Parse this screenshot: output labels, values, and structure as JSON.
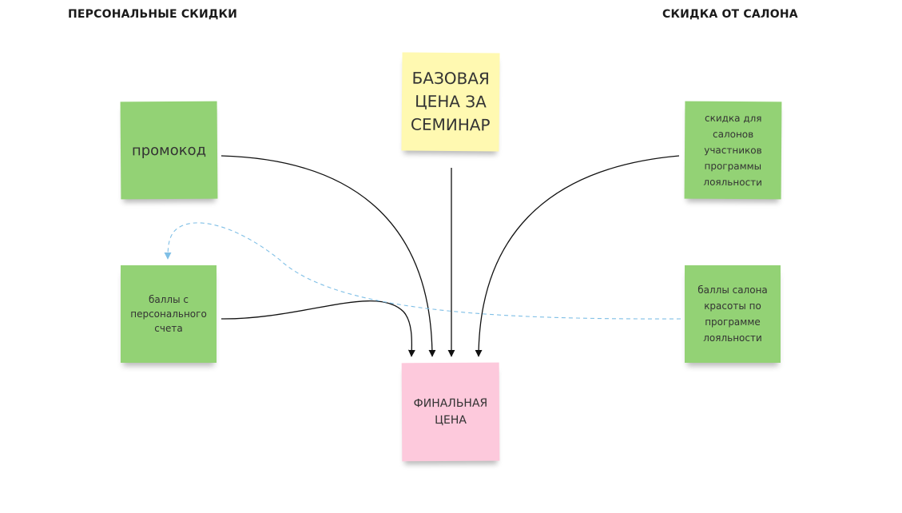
{
  "headings": {
    "personal": "ПЕРСОНАЛЬНЫЕ СКИДКИ",
    "salon": "СКИДКА ОТ САЛОНА"
  },
  "notes": {
    "promo": "промокод",
    "personal_points": "баллы с персонального счета",
    "base_price": "БАЗОВАЯ ЦЕНА ЗА СЕМИНАР",
    "salon_discount": "скидка для салонов участников программы лояльности",
    "salon_points": "баллы салона красоты по программе лояльности",
    "final_price": "ФИНАЛЬНАЯ ЦЕНА"
  },
  "colors": {
    "green_note": "#93d275",
    "yellow_note": "#fff9b1",
    "pink_note": "#fdc9dc",
    "connector": "#111111",
    "dashed_connector": "#7fbfe6"
  }
}
